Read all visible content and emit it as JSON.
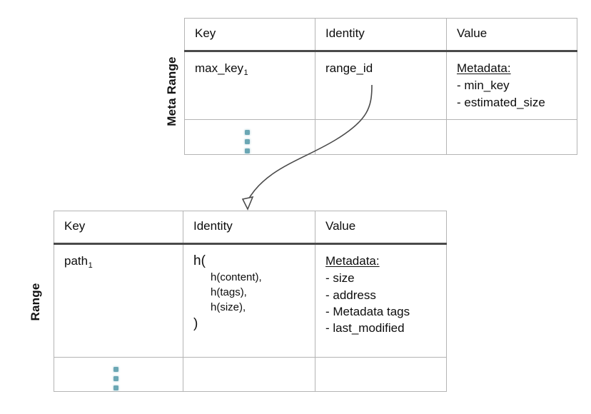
{
  "diagram": {
    "title": "Meta Range and Range table schema",
    "colors": {
      "table_border": "#b4b4b4",
      "header_rule": "#4a4a4a",
      "dots": "#6ba7b4",
      "arrow": "#4a4a4a",
      "text": "#0d0d0d"
    },
    "arrow": {
      "name": "range-id-to-range-arrow",
      "from": "range_id",
      "to": "Range table",
      "head_style": "open-triangle"
    }
  },
  "meta_range": {
    "side_label": "Meta Range",
    "columns": [
      "Key",
      "Identity",
      "Value"
    ],
    "row": {
      "key": "max_key",
      "key_subscript": "1",
      "identity": "range_id",
      "value": {
        "title": "Metadata:",
        "items": [
          "- min_key",
          "- estimated_size"
        ]
      }
    },
    "ellipsis_row": {
      "marker": "vertical-ellipsis"
    }
  },
  "range": {
    "side_label": "Range",
    "columns": [
      "Key",
      "Identity",
      "Value"
    ],
    "row": {
      "key": "path",
      "key_subscript": "1",
      "identity": {
        "open": "h(",
        "inner": [
          "h(content),",
          "h(tags),",
          "h(size),"
        ],
        "close": ")"
      },
      "value": {
        "title": "Metadata:",
        "items": [
          "- size",
          "- address",
          "- Metadata tags",
          "- last_modified"
        ]
      }
    },
    "ellipsis_row": {
      "marker": "vertical-ellipsis"
    }
  }
}
